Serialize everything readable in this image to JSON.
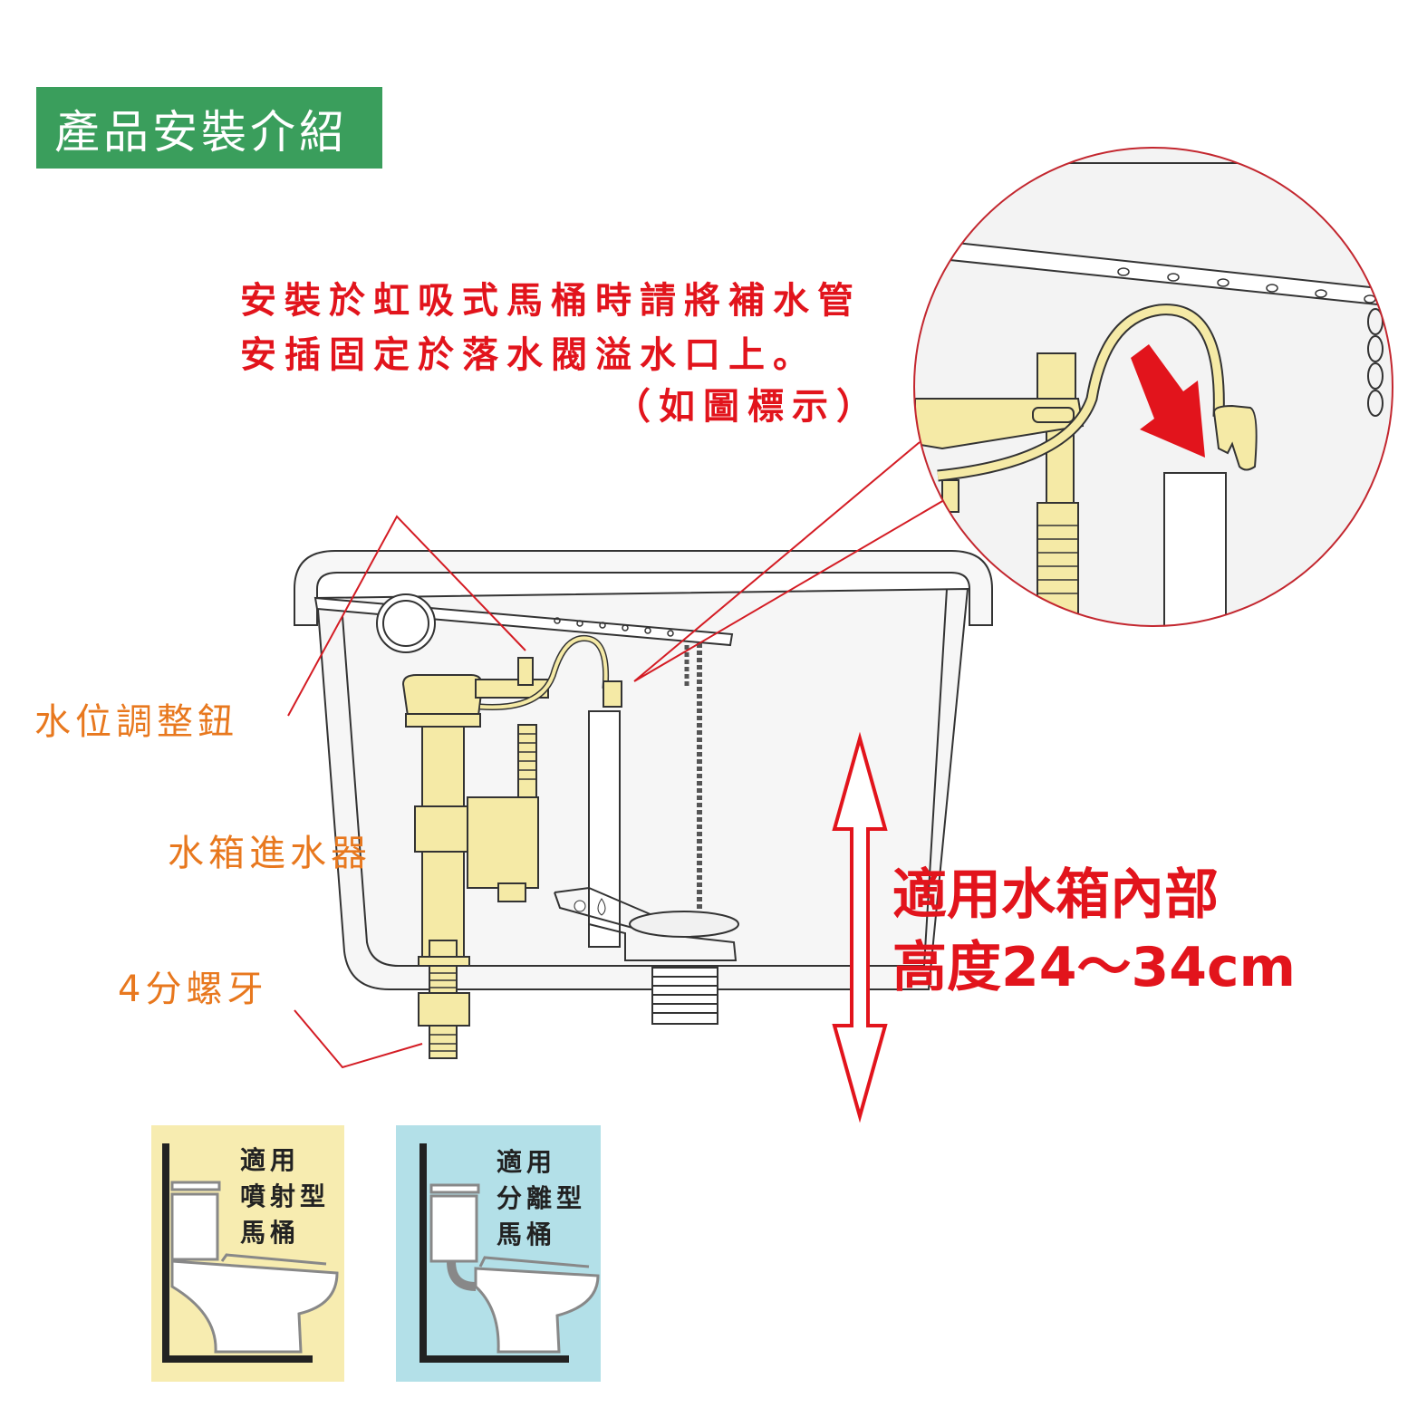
{
  "header": {
    "title": "產品安裝介紹"
  },
  "colors": {
    "header_bg": "#3a9e5c",
    "note_red": "#e2141c",
    "label_orange": "#e8781e",
    "jet_box": "#f7ecb0",
    "split_box": "#b3e0e8"
  },
  "note": {
    "line1": "安裝於虹吸式馬桶時請將補水管",
    "line2": "安插固定於落水閥溢水口上。",
    "line3": "（如圖標示）"
  },
  "labels": {
    "water_level_knob": "水位調整鈕",
    "fill_valve": "水箱進水器",
    "thread": "4分螺牙"
  },
  "height_spec": {
    "line1": "適用水箱內部",
    "line2": "高度24～34cm"
  },
  "toilet_types": [
    {
      "line1": "適用",
      "line2": "噴射型",
      "line3": "馬桶"
    },
    {
      "line1": "適用",
      "line2": "分離型",
      "line3": "馬桶"
    }
  ]
}
